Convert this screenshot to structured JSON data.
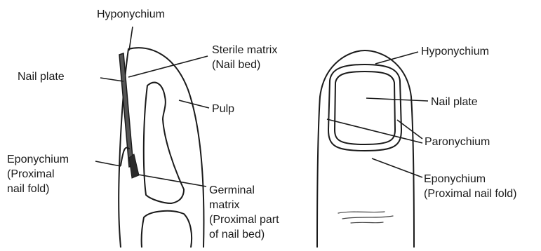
{
  "side_view": {
    "hyponychium": "Hyponychium",
    "nail_plate": "Nail plate",
    "sterile_matrix": [
      "Sterile matrix",
      "(Nail bed)"
    ],
    "pulp": "Pulp",
    "eponychium": [
      "Eponychium",
      "(Proximal",
      "nail fold)"
    ],
    "germinal_matrix": [
      "Germinal",
      "matrix",
      "(Proximal part",
      "of nail bed)"
    ]
  },
  "top_view": {
    "hyponychium": "Hyponychium",
    "nail_plate": "Nail plate",
    "paronychium": "Paronychium",
    "eponychium": [
      "Eponychium",
      "(Proximal nail fold)"
    ]
  },
  "colors": {
    "ink": "#1a1a1a",
    "nail_fill": "#555555",
    "matrix_fill": "#2a2a2a",
    "background": "#ffffff"
  }
}
